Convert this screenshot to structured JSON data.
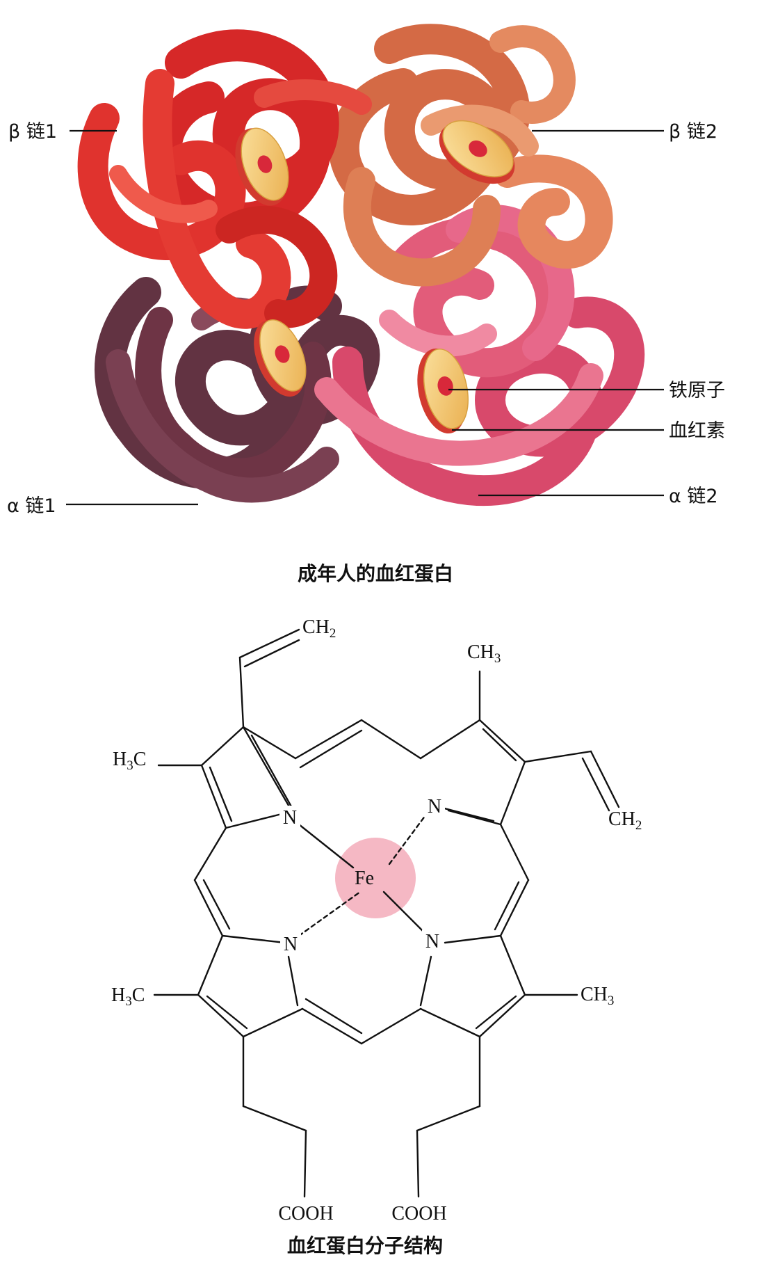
{
  "top_figure": {
    "caption": "成年人的血红蛋白",
    "labels": {
      "beta1": "β 链1",
      "beta2": "β 链2",
      "alpha1": "α 链1",
      "alpha2": "α 链2",
      "iron_atom": "铁原子",
      "heme": "血红素"
    },
    "chain_colors": {
      "beta1": "#e0332e",
      "beta2": "#d9774e",
      "alpha1": "#6e3445",
      "alpha2": "#e45a77"
    },
    "heme_color": "#f2c66a",
    "iron_color": "#d8283a"
  },
  "bottom_figure": {
    "caption": "血红蛋白分子结构",
    "center_atom": "Fe",
    "center_highlight_color": "#f5b8c4",
    "nitrogen": "N",
    "groups": {
      "vinyl_top": {
        "main": "CH",
        "sub": "2"
      },
      "methyl_top_right": {
        "main": "CH",
        "sub": "3"
      },
      "vinyl_right": {
        "main": "CH",
        "sub": "2"
      },
      "methyl_left_top": {
        "pre": "H",
        "sub": "3",
        "post": "C"
      },
      "methyl_left_bottom": {
        "pre": "H",
        "sub": "3",
        "post": "C"
      },
      "methyl_right_bottom": {
        "main": "CH",
        "sub": "3"
      },
      "acid_left": "COOH",
      "acid_right": "COOH"
    }
  }
}
